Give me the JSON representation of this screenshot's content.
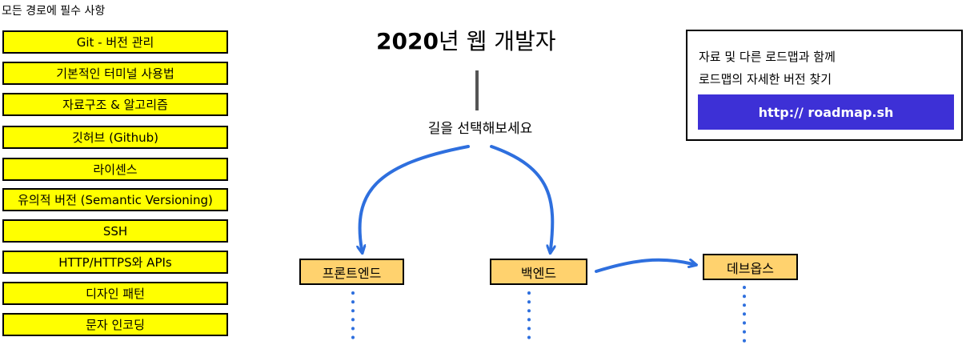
{
  "section_title": "모든 경로에 필수 사항",
  "requirements": [
    "Git - 버전 관리",
    "기본적인 터미널 사용법",
    "자료구조 & 알고리즘",
    "깃허브 (Github)",
    "라이센스",
    "유의적 버전 (Semantic Versioning)",
    "SSH",
    "HTTP/HTTPS와 APIs",
    "디자인 패턴",
    "문자 인코딩"
  ],
  "title": {
    "year": "2020",
    "rest": "년 웹 개발자"
  },
  "choose_path": "길을 선택해보세요",
  "info_box": {
    "line1": "자료 및 다른 로드맵과 함께",
    "line2": "로드맵의 자세한 버전 찾기",
    "link_label": "http:// roadmap.sh"
  },
  "paths": {
    "frontend": "프론트엔드",
    "backend": "백엔드",
    "devops": "데브옵스"
  },
  "colors": {
    "requirement_fill": "#ffff00",
    "path_fill": "#ffd26e",
    "arrow": "#2e6fde",
    "link_button": "#3d30d6"
  }
}
